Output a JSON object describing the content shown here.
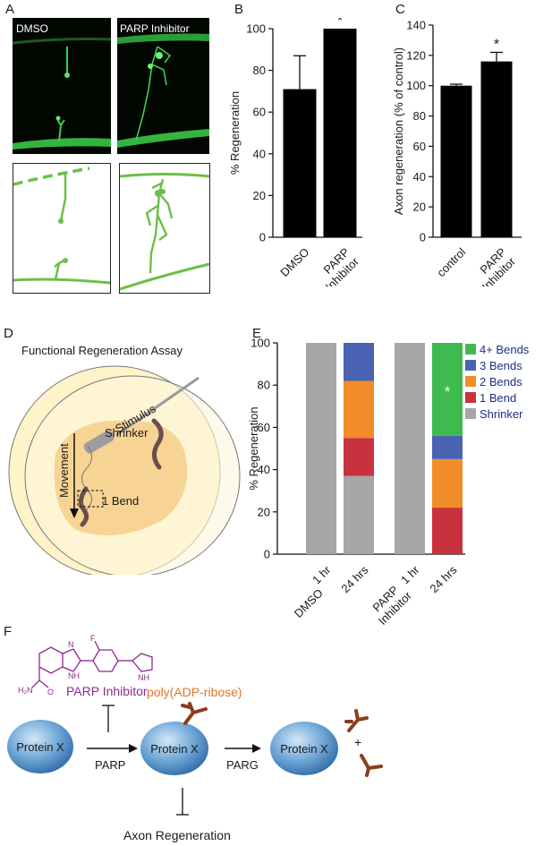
{
  "panel_letters": {
    "a": "A",
    "b": "B",
    "c": "C",
    "d": "D",
    "e": "E",
    "f": "F"
  },
  "panel_a": {
    "dmso_label": "DMSO",
    "parp_label": "PARP Inhibitor",
    "colors": {
      "axon": "#39c94a",
      "tracing": "#6dbf45"
    }
  },
  "chart_data": [
    {
      "panel": "B",
      "type": "bar",
      "categories": [
        "DMSO",
        "PARP Inhibitor"
      ],
      "category_lines": [
        [
          "DMSO"
        ],
        [
          "PARP",
          "Inhibitor"
        ]
      ],
      "values": [
        71,
        100
      ],
      "error": [
        16,
        0
      ],
      "ylabel": "% Regeneration",
      "ylim": [
        0,
        100
      ],
      "yticks": [
        0,
        20,
        40,
        60,
        80,
        100
      ],
      "annotations": [
        {
          "category": "PARP Inhibitor",
          "text": "*"
        }
      ],
      "bar_color": "#000000"
    },
    {
      "panel": "C",
      "type": "bar",
      "categories": [
        "control",
        "PARP Inhibitor"
      ],
      "category_lines": [
        [
          "control"
        ],
        [
          "PARP",
          "Inhibitor"
        ]
      ],
      "values": [
        100,
        116
      ],
      "error": [
        1,
        6
      ],
      "ylabel": "Axon regeneration (% of control)",
      "ylim": [
        0,
        140
      ],
      "yticks": [
        0,
        20,
        40,
        60,
        80,
        100,
        120,
        140
      ],
      "annotations": [
        {
          "category": "PARP Inhibitor",
          "text": "*"
        }
      ],
      "bar_color": "#000000"
    },
    {
      "panel": "E",
      "type": "bar",
      "stacked": true,
      "categories": [
        "1 hr",
        "24 hrs",
        "1 hr",
        "24 hrs"
      ],
      "groups": [
        {
          "lines": [
            "DMSO"
          ]
        },
        {
          "lines": [
            "PARP",
            "Inhibitor"
          ]
        }
      ],
      "ylabel": "% Regeneration",
      "ylim": [
        0,
        100
      ],
      "yticks": [
        0,
        20,
        40,
        60,
        80,
        100
      ],
      "series": [
        {
          "name": "Shrinker",
          "color": "#a5a6a8",
          "values": [
            100,
            37,
            100,
            0
          ]
        },
        {
          "name": "1 Bend",
          "color": "#c8323e",
          "values": [
            0,
            18,
            0,
            22
          ]
        },
        {
          "name": "2 Bends",
          "color": "#f28c2a",
          "values": [
            0,
            27,
            0,
            23
          ]
        },
        {
          "name": "3 Bends",
          "color": "#4a62b2",
          "values": [
            0,
            18,
            0,
            11
          ]
        },
        {
          "name": "4+ Bends",
          "color": "#3fba4f",
          "values": [
            0,
            0,
            0,
            44
          ]
        }
      ],
      "legend_order": [
        "4+ Bends",
        "3 Bends",
        "2 Bends",
        "1 Bend",
        "Shrinker"
      ],
      "annotations": [
        {
          "category_index": 3,
          "series": "4+ Bends",
          "text": "*"
        }
      ],
      "legend_position": "right",
      "legend_text_color": "#1f2f80"
    }
  ],
  "panel_d": {
    "title": "Functional Regeneration Assay",
    "stimulus": "Stimulus",
    "shrinker": "Shrinker",
    "movement": "Movement",
    "bend": "1 Bend"
  },
  "panel_f": {
    "inhibitor_label": "PARP Inhibitor",
    "par_label": "poly(ADP-ribose)",
    "protein": "Protein X",
    "parp": "PARP",
    "parg": "PARG",
    "plus": "+",
    "outcome": "Axon Regeneration",
    "h2n": "H₂N",
    "o": "O",
    "f": "F",
    "n": "N",
    "nh": "NH",
    "colors": {
      "inhibitor": "#8b2a8f",
      "par": "#e0762a",
      "chain": "#8b3e1a"
    }
  }
}
